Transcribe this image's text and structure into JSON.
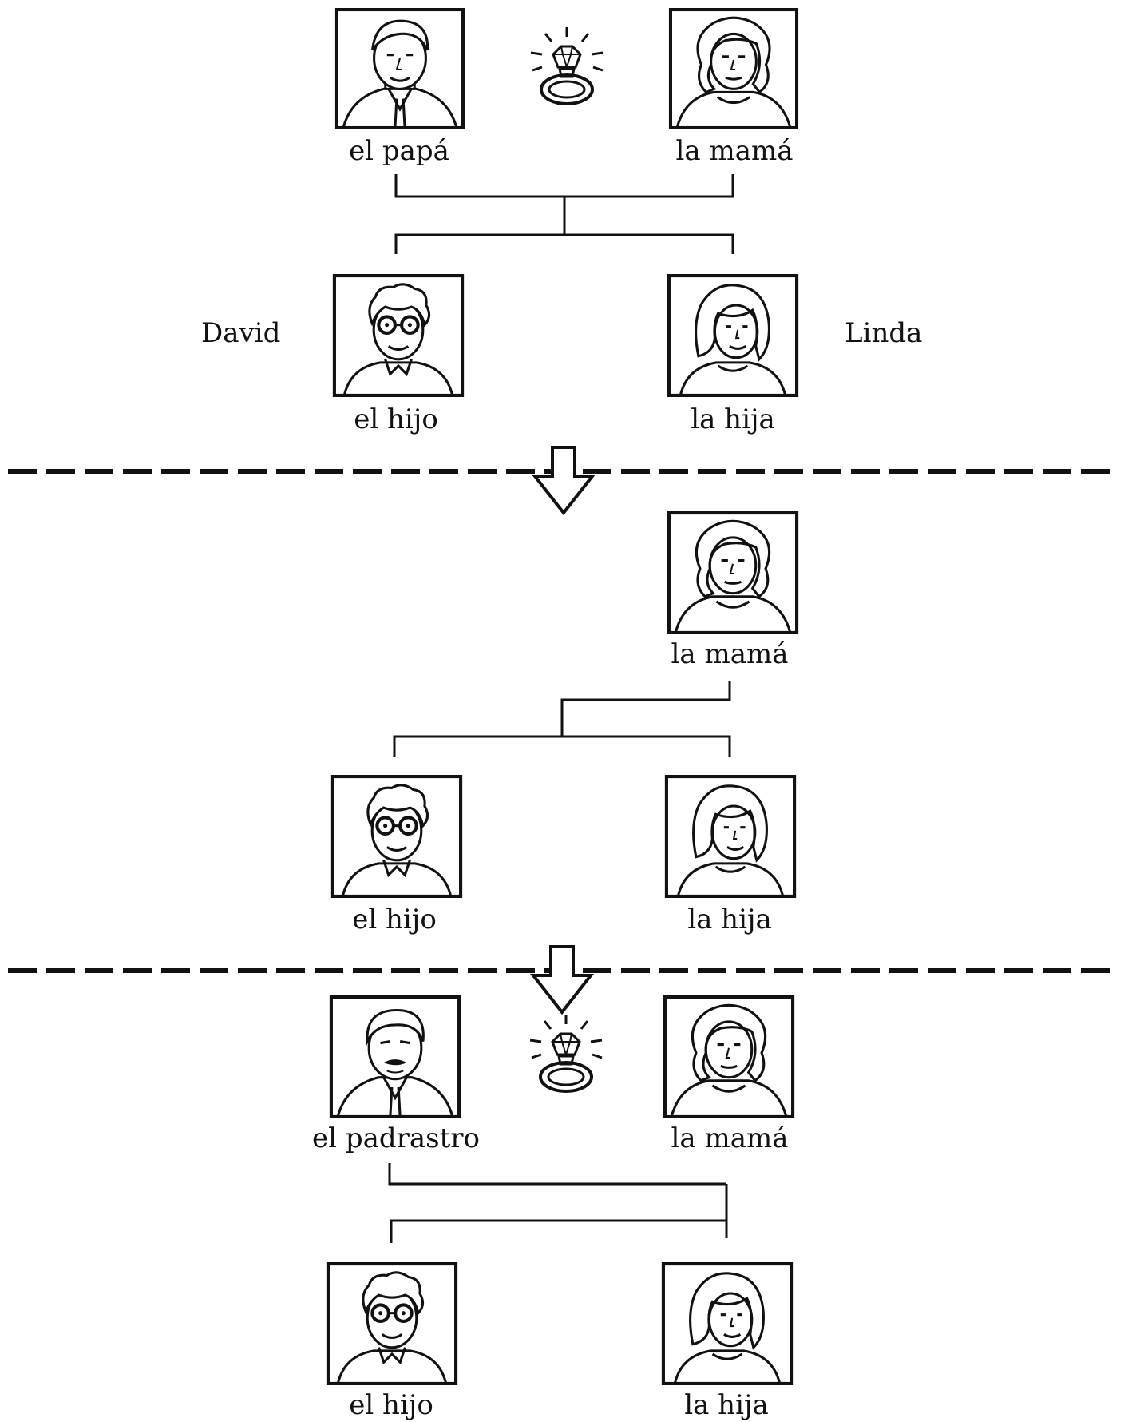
{
  "names": {
    "left": "David",
    "right": "Linda"
  },
  "section1": {
    "parent_left": "el papá",
    "parent_right": "la mamá",
    "child_left": "el hijo",
    "child_right": "la hija"
  },
  "section2": {
    "parent_right": "la mamá",
    "child_left": "el hijo",
    "child_right": "la hija"
  },
  "section3": {
    "parent_left": "el padrastro",
    "parent_right": "la mamá",
    "child_left": "el hijo",
    "child_right": "la hija"
  },
  "icons": [
    "man-portrait-icon",
    "woman-portrait-icon",
    "boy-portrait-icon",
    "girl-portrait-icon",
    "stepfather-portrait-icon",
    "diamond-ring-icon",
    "down-arrow-icon"
  ],
  "colors": {
    "ink": "#111111",
    "background": "#ffffff"
  }
}
